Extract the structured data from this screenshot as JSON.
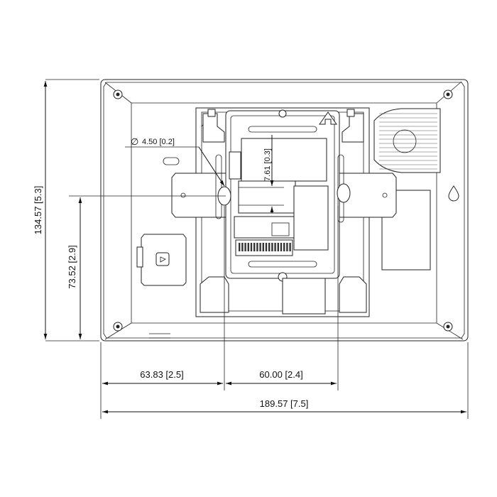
{
  "dimensions": {
    "overall_height": "134.57  [5.3]",
    "center_height": "73.52  [2.9]",
    "hole_diameter": "4.50  [0.2]",
    "hole_diameter_symbol": "∅",
    "slot_offset": "7.61  [0.3]",
    "left_offset": "63.83  [2.5]",
    "bracket_spacing": "60.00  [2.4]",
    "overall_width": "189.57  [7.5]"
  },
  "colors": {
    "line": "#111111",
    "bracket_fill": "#e2e2e2",
    "background": "#ffffff"
  },
  "icons": {
    "screw": "screw-icon",
    "arrow_up": "arrow-up-icon",
    "speaker": "speaker-grille-icon",
    "sd_card": "card-slot-icon",
    "droplet": "droplet-icon"
  }
}
